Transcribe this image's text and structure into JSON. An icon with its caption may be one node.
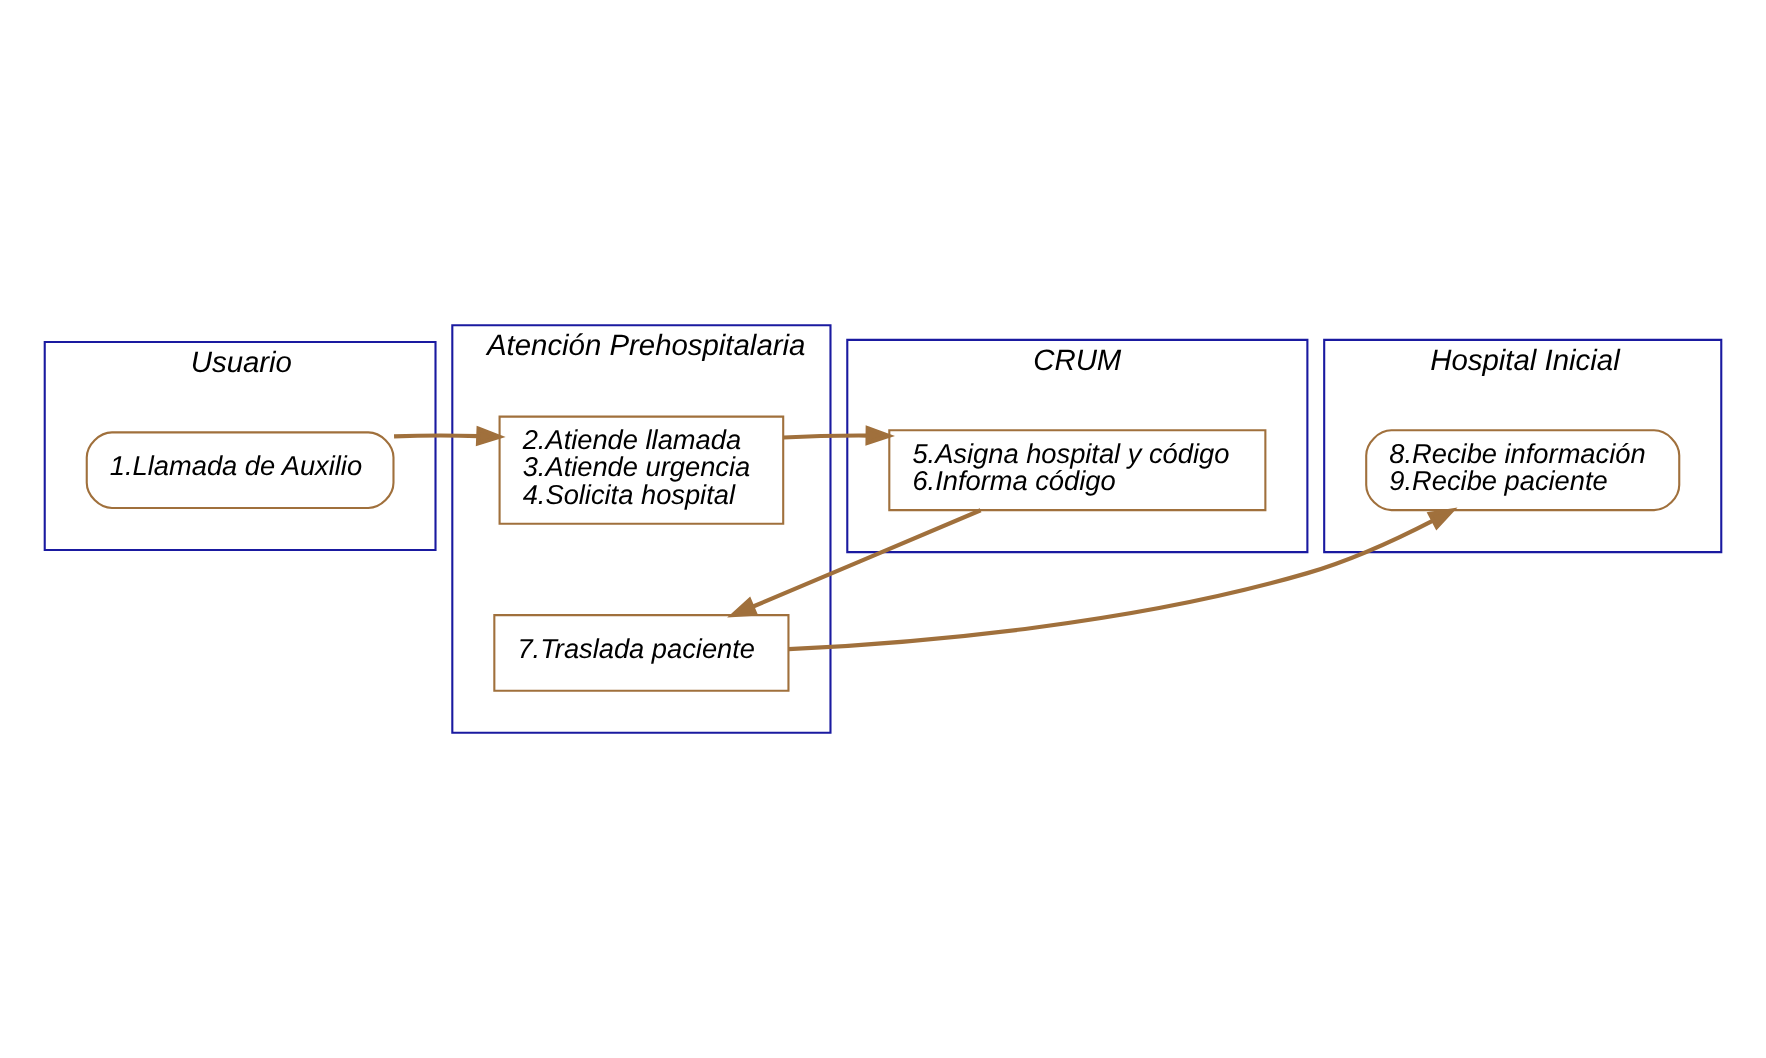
{
  "diagram": {
    "nodes": [
      {
        "text": [
          "Usuario"
        ]
      },
      {
        "text": [
          "Atención Prehospitalaria"
        ]
      },
      {
        "text": [
          "CRUM"
        ]
      },
      {
        "text": [
          "Hospital Inicial"
        ]
      },
      {
        "text": [
          "1.Llamada de Auxilio"
        ],
        "in": 0
      },
      {
        "text": [
          "2.Atiende llamada",
          "3.Atiende urgencia",
          "4.Solicita hospital"
        ],
        "in": 1
      },
      {
        "text": [
          "5.Asigna hospital y código",
          "6.Informa código"
        ],
        "in": 2
      },
      {
        "text": [
          "7.Traslada paciente"
        ],
        "in": 1
      },
      {
        "text": [
          "8.Recibe información",
          "9.Recibe paciente"
        ],
        "in": 3
      }
    ],
    "edges": [
      {
        "from": 4,
        "to": 5,
        "arrow": "to"
      },
      {
        "from": 5,
        "to": 6,
        "arrow": "to"
      },
      {
        "from": 6,
        "to": 7,
        "arrow": "to"
      },
      {
        "from": 7,
        "to": 8,
        "arrow": "to"
      }
    ]
  }
}
